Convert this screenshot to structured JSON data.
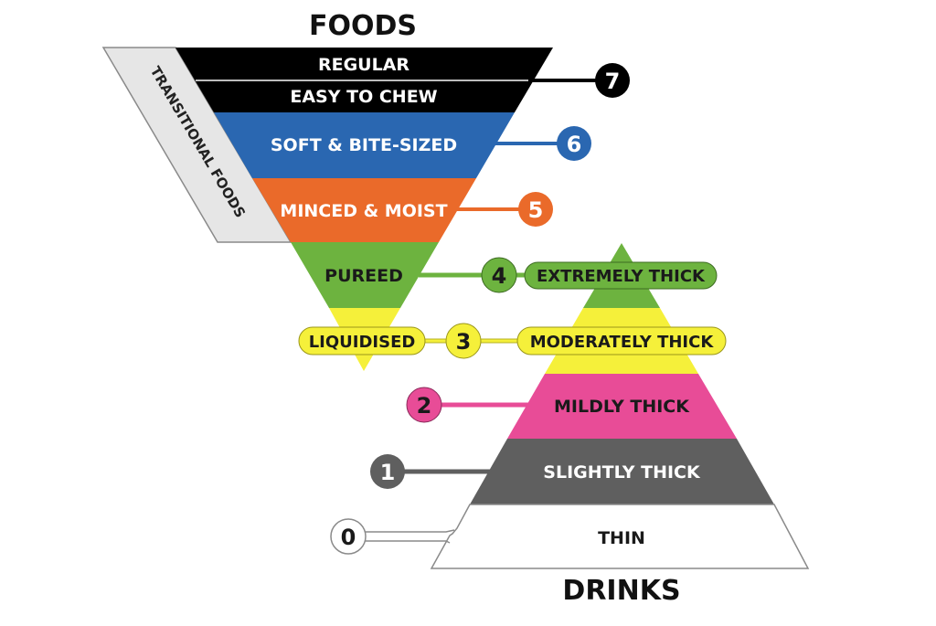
{
  "titles": {
    "foods": "FOODS",
    "drinks": "DRINKS",
    "transitional": "TRANSITIONAL FOODS"
  },
  "foods": {
    "levels": [
      {
        "number": "7",
        "labels": [
          "REGULAR",
          "EASY TO CHEW"
        ],
        "color": "#000000",
        "text_color": "#ffffff"
      },
      {
        "number": "6",
        "label": "SOFT & BITE-SIZED",
        "color": "#2a67b1",
        "text_color": "#ffffff"
      },
      {
        "number": "5",
        "label": "MINCED & MOIST",
        "color": "#ea6a2a",
        "text_color": "#ffffff"
      },
      {
        "number": "4",
        "label": "PUREED",
        "color": "#6db33f",
        "text_color": "#1a1a1a"
      },
      {
        "number": "3",
        "label": "LIQUIDISED",
        "color": "#f5f03a",
        "text_color": "#1a1a1a"
      }
    ]
  },
  "drinks": {
    "levels": [
      {
        "number": "4",
        "label": "EXTREMELY THICK",
        "color": "#6db33f",
        "text_color": "#1a1a1a"
      },
      {
        "number": "3",
        "label": "MODERATELY THICK",
        "color": "#f5f03a",
        "text_color": "#1a1a1a"
      },
      {
        "number": "2",
        "label": "MILDLY THICK",
        "color": "#e84c97",
        "text_color": "#1a1a1a"
      },
      {
        "number": "1",
        "label": "SLIGHTLY THICK",
        "color": "#5f5f5f",
        "text_color": "#ffffff"
      },
      {
        "number": "0",
        "label": "THIN",
        "color": "#ffffff",
        "text_color": "#1a1a1a"
      }
    ]
  },
  "colors": {
    "transitional_band": "#e6e6e6",
    "outline": "#8a8a8a"
  }
}
